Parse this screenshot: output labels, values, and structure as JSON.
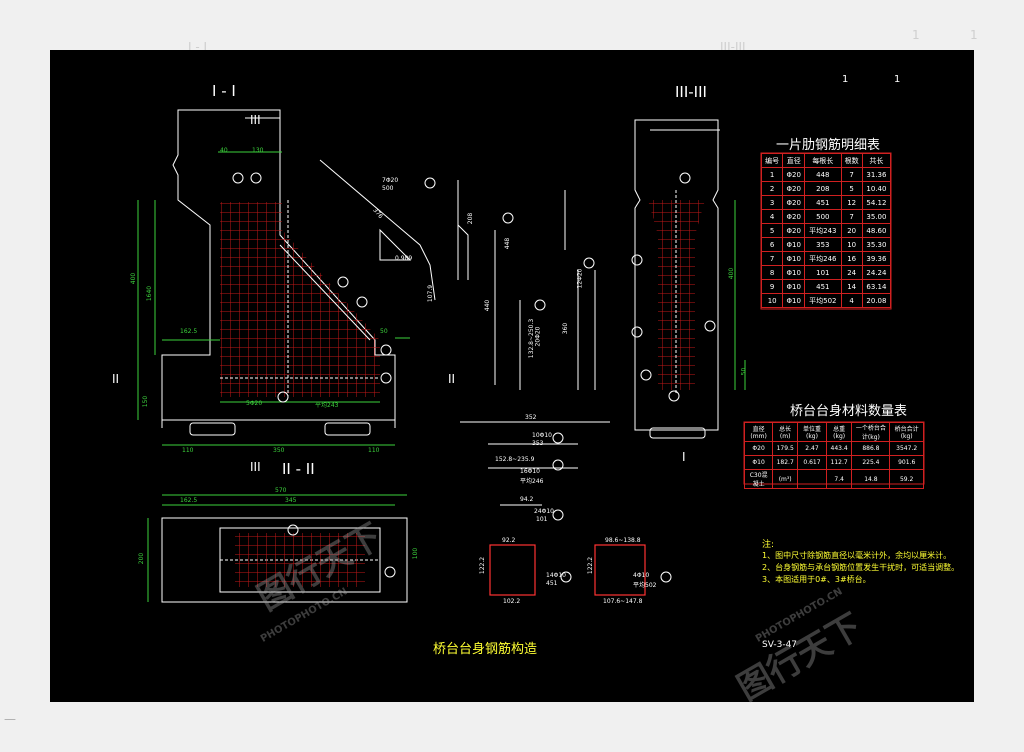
{
  "page": {
    "bottom_left_mark": "—"
  },
  "sections": {
    "s1": "I - I",
    "s2": "II - II",
    "s3": "III-III",
    "mark_III": "III",
    "mark_II": "II",
    "mark_I": "I"
  },
  "rebar_table": {
    "title": "一片肋钢筋明细表",
    "headers": [
      "编号",
      "直径",
      "每根长",
      "根数",
      "共长"
    ],
    "rows": [
      [
        "1",
        "Φ20",
        "448",
        "7",
        "31.36"
      ],
      [
        "2",
        "Φ20",
        "208",
        "5",
        "10.40"
      ],
      [
        "3",
        "Φ20",
        "451",
        "12",
        "54.12"
      ],
      [
        "4",
        "Φ20",
        "500",
        "7",
        "35.00"
      ],
      [
        "5",
        "Φ20",
        "平均243",
        "20",
        "48.60"
      ],
      [
        "6",
        "Φ10",
        "353",
        "10",
        "35.30"
      ],
      [
        "7",
        "Φ10",
        "平均246",
        "16",
        "39.36"
      ],
      [
        "8",
        "Φ10",
        "101",
        "24",
        "24.24"
      ],
      [
        "9",
        "Φ10",
        "451",
        "14",
        "63.14"
      ],
      [
        "10",
        "Φ10",
        "平均502",
        "4",
        "20.08"
      ]
    ]
  },
  "material_table": {
    "title": "桥台台身材料数量表",
    "headers": [
      "直径(mm)",
      "总长(m)",
      "单位重(kg)",
      "总重(kg)",
      "一个桥台合计(kg)",
      "桥台合计(kg)"
    ],
    "rows": [
      [
        "Φ20",
        "179.5",
        "2.47",
        "443.4",
        "886.8",
        "3547.2"
      ],
      [
        "Φ10",
        "182.7",
        "0.617",
        "112.7",
        "225.4",
        "901.6"
      ],
      [
        "C30混凝土",
        "(m³)",
        "",
        "7.4",
        "14.8",
        "59.2"
      ]
    ]
  },
  "notes": {
    "title": "注:",
    "items": [
      "1、图中尺寸除钢筋直径以毫米计外，余均以厘米计。",
      "2、台身钢筋与承台钢筋位置发生干扰时，可适当调整。",
      "3、本图适用于0#、3#桥台。"
    ]
  },
  "drawing_title": "桥台台身钢筋构造",
  "drawing_number": "SV-3-47",
  "dims": {
    "d40": "40",
    "d130": "130",
    "d1640": "1640",
    "d400": "400",
    "d1625": "162.5",
    "d50": "50",
    "d150": "150",
    "d110": "110",
    "d350": "350",
    "d570": "570",
    "d345": "345",
    "d200": "200",
    "d100": "100",
    "d7620": "7Φ20",
    "d500": "500",
    "d376": "376",
    "d0989": "0.989",
    "d1079": "107.9",
    "d352": "352",
    "d10a": "10Φ10",
    "d353": "353",
    "d1528": "152.8~235.9",
    "d16a": "16Φ10",
    "d246": "平均246",
    "d942": "94.2",
    "d24a": "24Φ10",
    "d101": "101",
    "d922": "92.2",
    "d1222": "122.2",
    "d14a": "14Φ10",
    "d451": "451",
    "d1022": "102.2",
    "d986": "98.6~138.8",
    "d4a": "4Φ10",
    "d502": "平均502",
    "d1076": "107.6~147.8",
    "d5620": "5Φ20",
    "d208": "208",
    "d440": "440",
    "d448": "448",
    "d1220": "12Φ20",
    "d360": "360",
    "d1320": "132.8~250.3",
    "d20a": "20Φ20",
    "d243": "平均243",
    "d1100": "100"
  },
  "watermark": {
    "text": "图行天下",
    "sub": "PHOTOPHOTO.CN"
  }
}
